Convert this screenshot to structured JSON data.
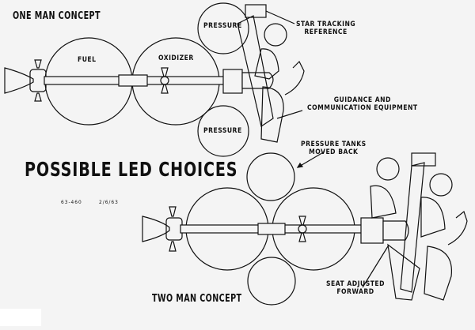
{
  "diagram": {
    "title": "POSSIBLE LED CHOICES",
    "reference_code": "63-460",
    "date": "2/6/63",
    "colors": {
      "background": "#f4f4f4",
      "ink": "#111111"
    },
    "one_man": {
      "heading": "ONE MAN CONCEPT",
      "tanks": {
        "fuel": "FUEL",
        "oxidizer": "OXIDIZER",
        "pressure_top": "PRESSURE",
        "pressure_bottom": "PRESSURE"
      },
      "callouts": {
        "star_tracking": [
          "STAR TRACKING",
          "REFERENCE"
        ],
        "guidance": [
          "GUIDANCE AND",
          "COMMUNICATION EQUIPMENT"
        ]
      }
    },
    "two_man": {
      "heading": "TWO MAN CONCEPT",
      "callouts": {
        "pressure_moved": [
          "PRESSURE TANKS",
          "MOVED BACK"
        ],
        "seat_adjusted": [
          "SEAT ADJUSTED",
          "FORWARD"
        ]
      }
    }
  }
}
